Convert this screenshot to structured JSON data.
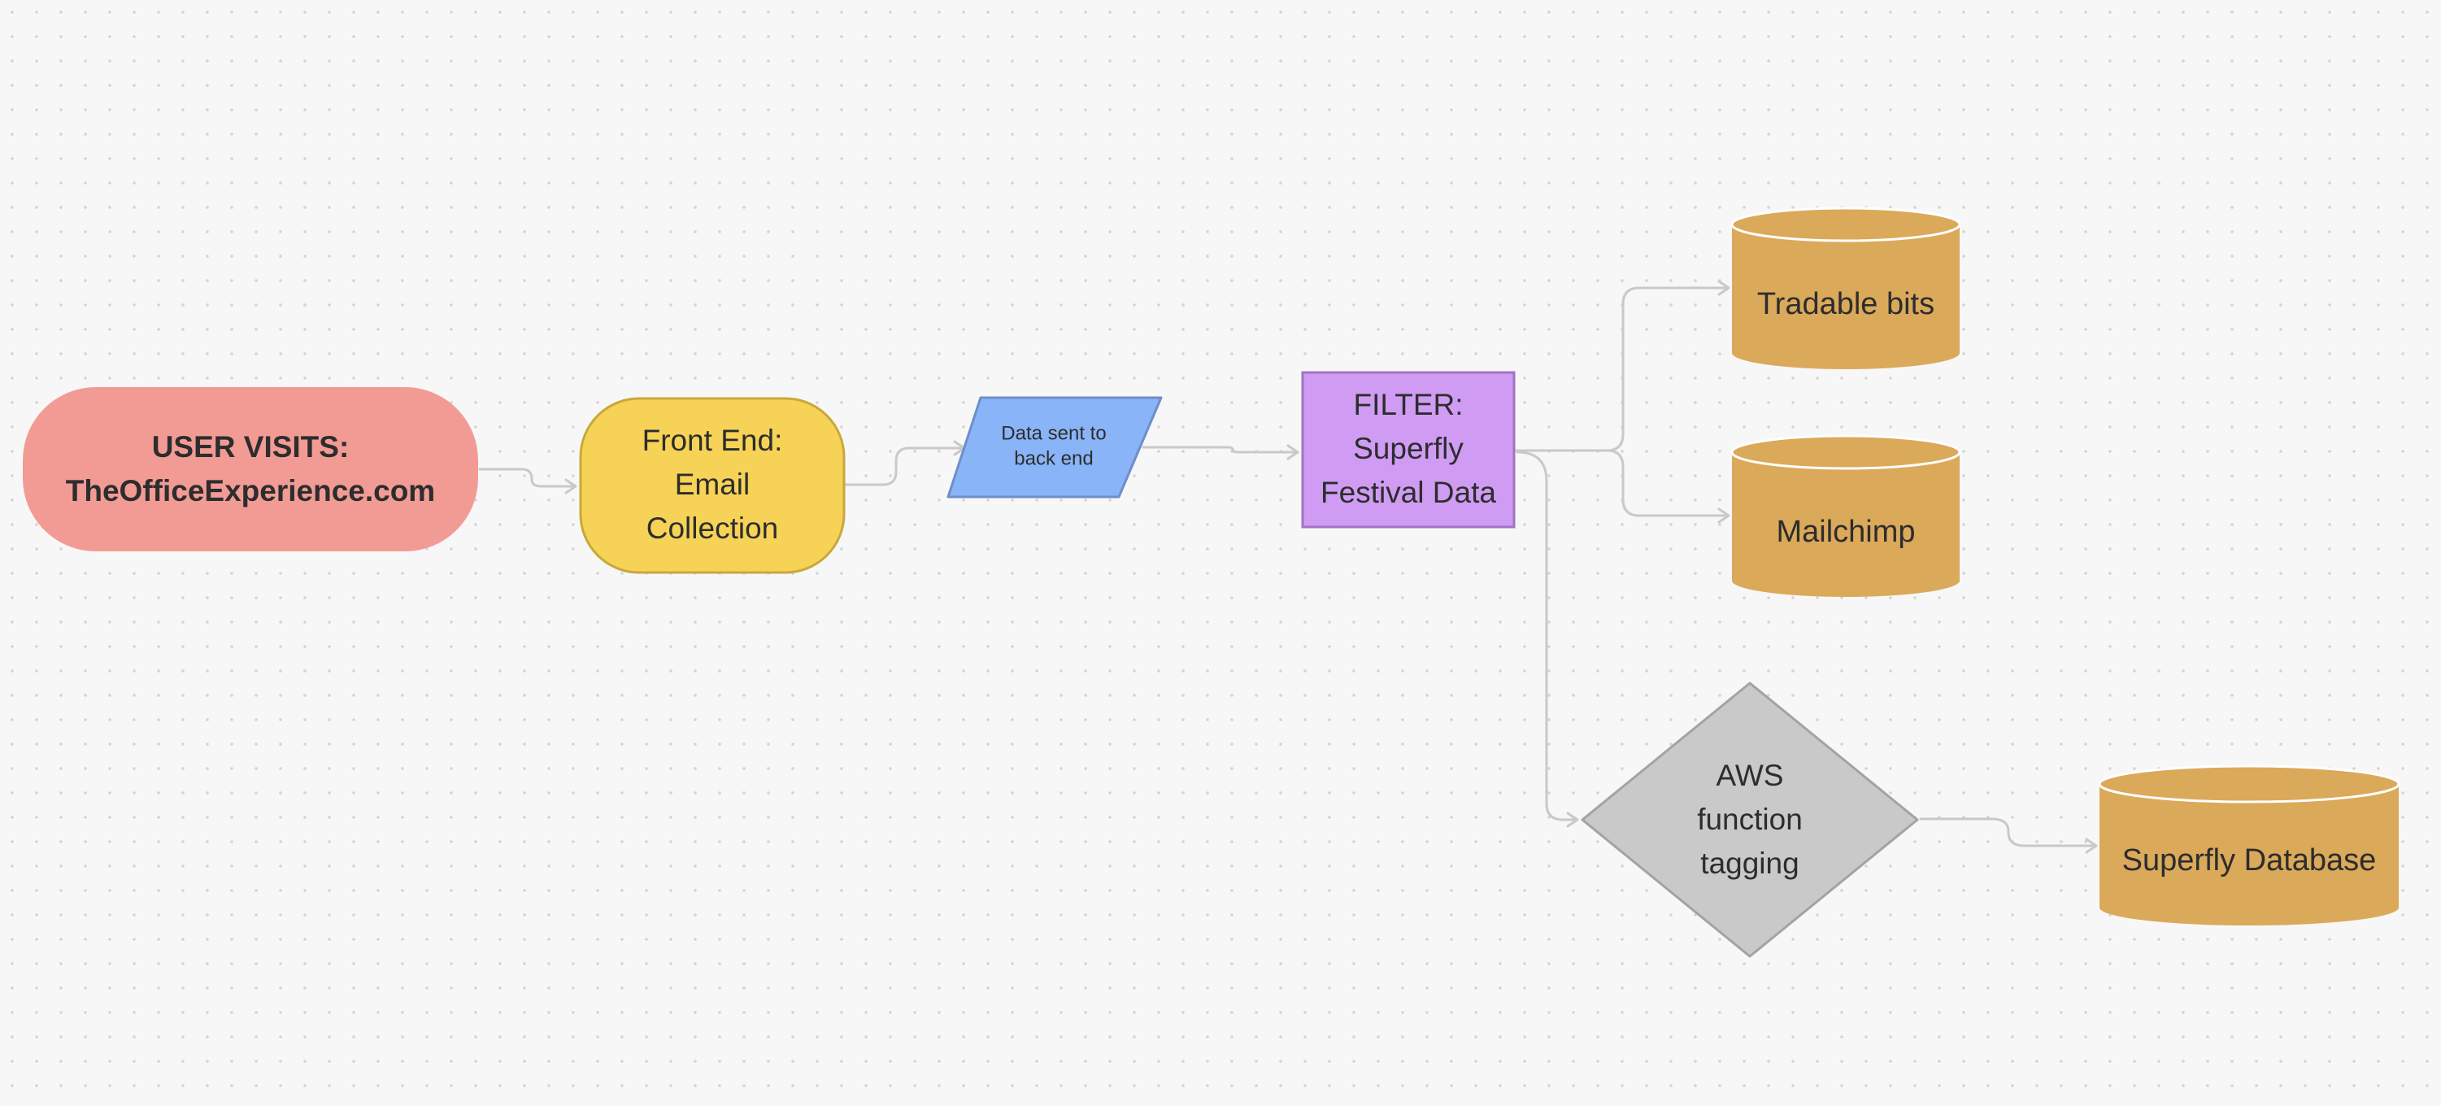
{
  "colors": {
    "user_visits_fill": "#f29b95",
    "frontend_fill": "#f6d356",
    "frontend_stroke": "#c8a83a",
    "data_sent_fill": "#8ab4f8",
    "data_sent_stroke": "#6e8ec9",
    "filter_fill": "#d09cf3",
    "filter_stroke": "#a073c4",
    "database_fill": "#dba95a",
    "aws_fill": "#c9c9c9",
    "aws_stroke": "#a3a3a3",
    "connector": "#c9c9c9",
    "text": "#2d2d2d"
  },
  "nodes": {
    "user_visits": {
      "line1": "USER VISITS:",
      "line2": "TheOfficeExperience.com"
    },
    "front_end": {
      "line1": "Front End:",
      "line2": "Email",
      "line3": "Collection"
    },
    "data_sent": {
      "line1": "Data sent to",
      "line2": "back end"
    },
    "filter": {
      "line1": "FILTER:",
      "line2": "Superfly",
      "line3": "Festival Data"
    },
    "tradable_bits": {
      "label": "Tradable bits"
    },
    "mailchimp": {
      "label": "Mailchimp"
    },
    "aws": {
      "line1": "AWS",
      "line2": "function",
      "line3": "tagging"
    },
    "superfly_database": {
      "label": "Superfly Database"
    }
  }
}
